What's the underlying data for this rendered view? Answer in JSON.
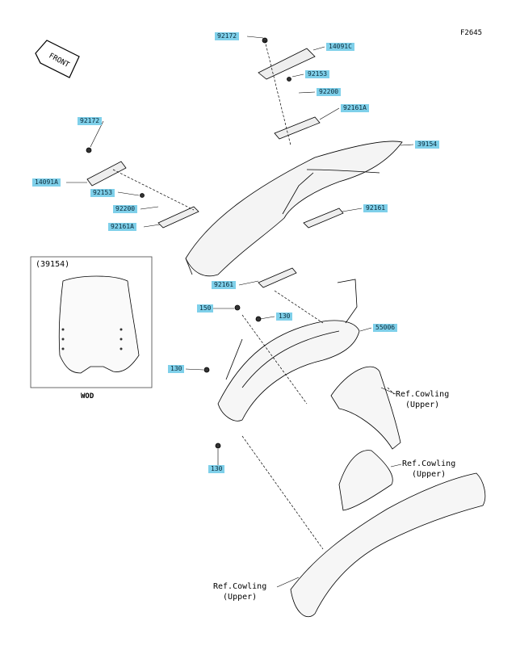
{
  "figure_id": "F2645",
  "front_label": "FRONT",
  "inset": {
    "title": "(39154)",
    "caption": "WOD"
  },
  "part_labels": {
    "p92172_top": "92172",
    "p14091C": "14091C",
    "p92153_top": "92153",
    "p92200_top": "92200",
    "p92161A_top": "92161A",
    "p39154": "39154",
    "p92172_left": "92172",
    "p14091A": "14091A",
    "p92153_left": "92153",
    "p92200_left": "92200",
    "p92161A_left": "92161A",
    "p92161_right": "92161",
    "p92161_bottom": "92161",
    "p150": "150",
    "p130_upper": "130",
    "p55006": "55006",
    "p130_left": "130",
    "p130_lower": "130"
  },
  "references": {
    "ref1": {
      "line1": "Ref.Cowling",
      "line2": "(Upper)"
    },
    "ref2": {
      "line1": "Ref.Cowling",
      "line2": "(Upper)"
    },
    "ref3": {
      "line1": "Ref.Cowling",
      "line2": "(Upper)"
    }
  },
  "colors": {
    "callout_bg": "#7fd0ea",
    "line": "#000000"
  }
}
